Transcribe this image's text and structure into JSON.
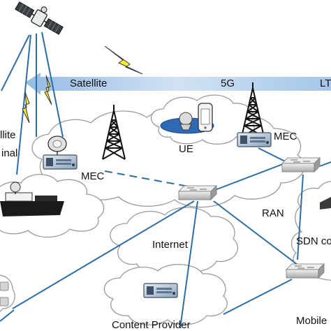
{
  "labels": {
    "satellite": "Satellite",
    "band_5g": "5G",
    "band_lte": "LT",
    "sat_terminal_line1": "llite",
    "sat_terminal_line2": "inal",
    "ue": "UE",
    "mec_left": "MEC",
    "mec_right": "MEC",
    "internet": "Internet",
    "ran": "RAN",
    "sdn": "SDN co",
    "content_provider": "Content Provider",
    "mobile": "Mobile"
  },
  "colors": {
    "link_blue": "#2e6da4",
    "band_gradient_light": "#e3eefa",
    "band_gradient_dark": "#8fb8e3",
    "cloud_fill": "#ffffff",
    "cloud_stroke": "#9a9a9a",
    "bolt_yellow": "#ffee33",
    "ue_ellipse": "#2f68b5",
    "server_fill": "#b7c7d8",
    "server_dark": "#3d5266",
    "router_fill": "#d4d4d4"
  },
  "icons": [
    "satellite-icon",
    "lightning-icon",
    "cell-tower-icon",
    "server-icon",
    "router-icon",
    "satellite-dish-icon",
    "ship-icon",
    "phone-icon",
    "cloud-shape"
  ]
}
